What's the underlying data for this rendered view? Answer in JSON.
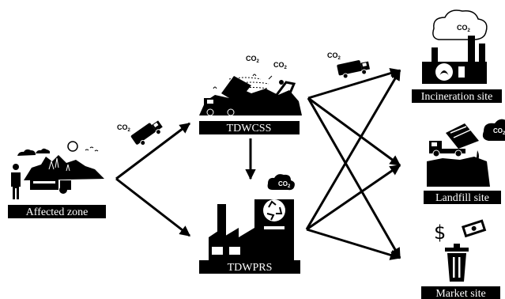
{
  "nodes": {
    "affected_zone": "Affected zone",
    "tdwcss": "TDWCSS",
    "tdwprs": "TDWPRS",
    "incineration_site": "Incineration site",
    "landfill_site": "Landfill site",
    "market_site": "Market site"
  },
  "emission_label": {
    "main": "CO",
    "subscript": "2"
  },
  "icons": {
    "affected_zone": "debris-person-icon",
    "tdwcss": "dump-truck-excavator-icon",
    "tdwprs": "recycling-factory-icon",
    "incineration_site": "incinerator-plant-icon",
    "landfill_site": "landfill-truck-icon",
    "market_site": "trash-bin-money-icon",
    "truck": "garbage-truck-icon",
    "cloud": "cloud-icon"
  }
}
